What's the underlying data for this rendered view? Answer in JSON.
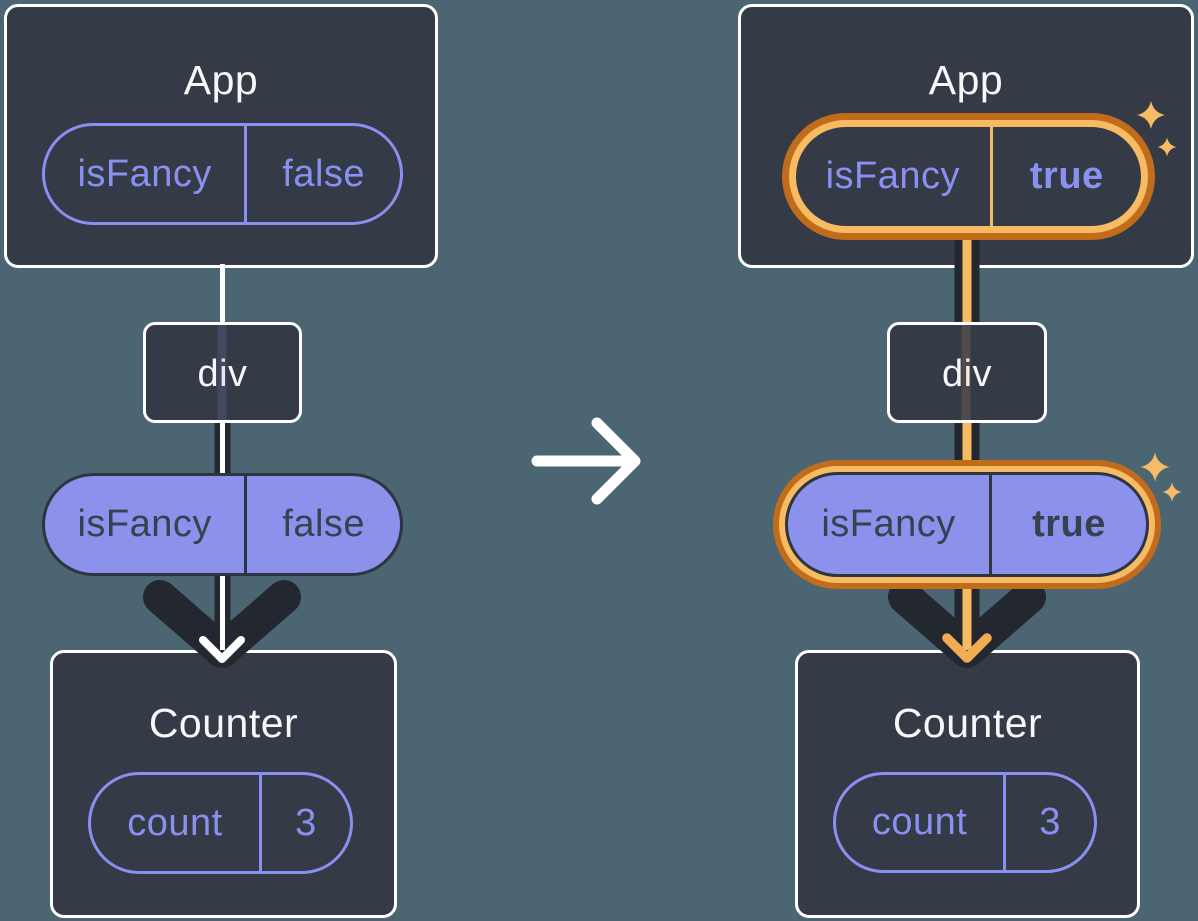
{
  "colors": {
    "background": "#4B6572",
    "node_fill": "#343A46",
    "node_border": "#FFFFFF",
    "accent_purple": "#8A90F0",
    "purple_pill_fill": "#8C92EC",
    "dark_line": "#23272F",
    "highlight_orange_dark": "#C06C1B",
    "highlight_orange_light": "#F7BB64",
    "arrow_orange": "#F2AC52"
  },
  "before": {
    "app": {
      "title": "App",
      "prop": {
        "name": "isFancy",
        "value": "false"
      }
    },
    "div": {
      "title": "div"
    },
    "prop": {
      "name": "isFancy",
      "value": "false"
    },
    "counter": {
      "title": "Counter",
      "state": {
        "name": "count",
        "value": "3"
      }
    }
  },
  "after": {
    "app": {
      "title": "App",
      "prop": {
        "name": "isFancy",
        "value": "true"
      }
    },
    "div": {
      "title": "div"
    },
    "prop": {
      "name": "isFancy",
      "value": "true"
    },
    "counter": {
      "title": "Counter",
      "state": {
        "name": "count",
        "value": "3"
      }
    }
  }
}
